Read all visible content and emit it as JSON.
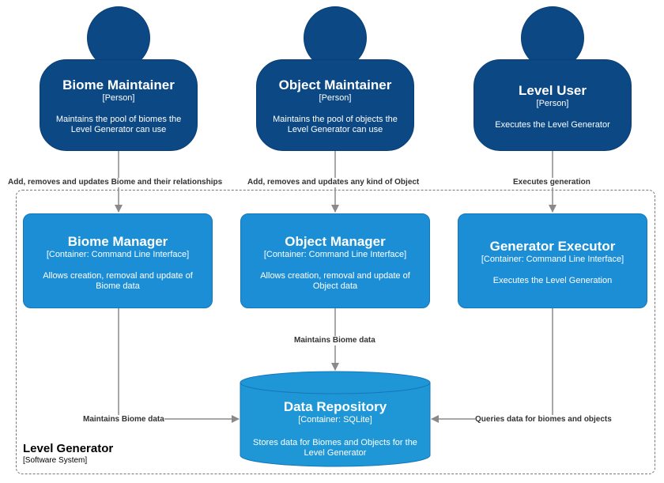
{
  "persons": [
    {
      "name": "Biome Maintainer",
      "type": "[Person]",
      "description": "Maintains the pool of biomes the Level Generator can use"
    },
    {
      "name": "Object Maintainer",
      "type": "[Person]",
      "description": "Maintains the pool of objects the Level Generator can use"
    },
    {
      "name": "Level User",
      "type": "[Person]",
      "description": "Executes the Level Generator"
    }
  ],
  "containers": [
    {
      "name": "Biome Manager",
      "type": "[Container: Command Line Interface]",
      "description": "Allows creation, removal and update of Biome data"
    },
    {
      "name": "Object Manager",
      "type": "[Container: Command Line Interface]",
      "description": "Allows creation, removal and update of Object data"
    },
    {
      "name": "Generator Executor",
      "type": "[Container: Command Line Interface]",
      "description": "Executes the Level Generation"
    }
  ],
  "database": {
    "name": "Data Repository",
    "type": "[Container: SQLite]",
    "description": "Stores data for Biomes and Objects for the Level Generator"
  },
  "boundary": {
    "name": "Level Generator",
    "type": "[Software System]"
  },
  "relationships": [
    {
      "label": "Add, removes and updates Biome and their relationships"
    },
    {
      "label": "Add, removes and updates any kind of Object"
    },
    {
      "label": "Executes generation"
    },
    {
      "label": "Maintains Biome data"
    },
    {
      "label": "Maintains Biome data"
    },
    {
      "label": "Queries data for biomes and objects"
    }
  ],
  "colors": {
    "person": "#0b4884",
    "container": "#1c8ed6",
    "database": "#1f97d6",
    "arrow": "#8a8a8a"
  }
}
